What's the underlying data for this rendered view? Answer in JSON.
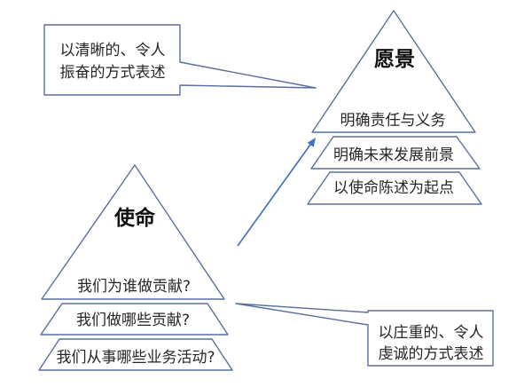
{
  "colors": {
    "background": "#ffffff",
    "shape_outline": "#5a6f9f",
    "shape_fill": "#ffffff",
    "arrow": "#4472c4",
    "title_text": "#111111",
    "body_text": "#262626"
  },
  "vision_pyramid": {
    "title": "愿景",
    "levels": [
      "明确责任与义务",
      "明确未来发展前景",
      "以使命陈述为起点"
    ]
  },
  "mission_pyramid": {
    "title": "使命",
    "levels": [
      "我们为谁做贡献?",
      "我们做哪些贡献?",
      "我们从事哪些业务活动?"
    ]
  },
  "callouts": {
    "vision": {
      "lines": [
        "以清晰的、令人",
        "振奋的方式表述"
      ]
    },
    "mission": {
      "lines": [
        "以庄重的、令人",
        "虔诚的方式表述"
      ]
    }
  }
}
